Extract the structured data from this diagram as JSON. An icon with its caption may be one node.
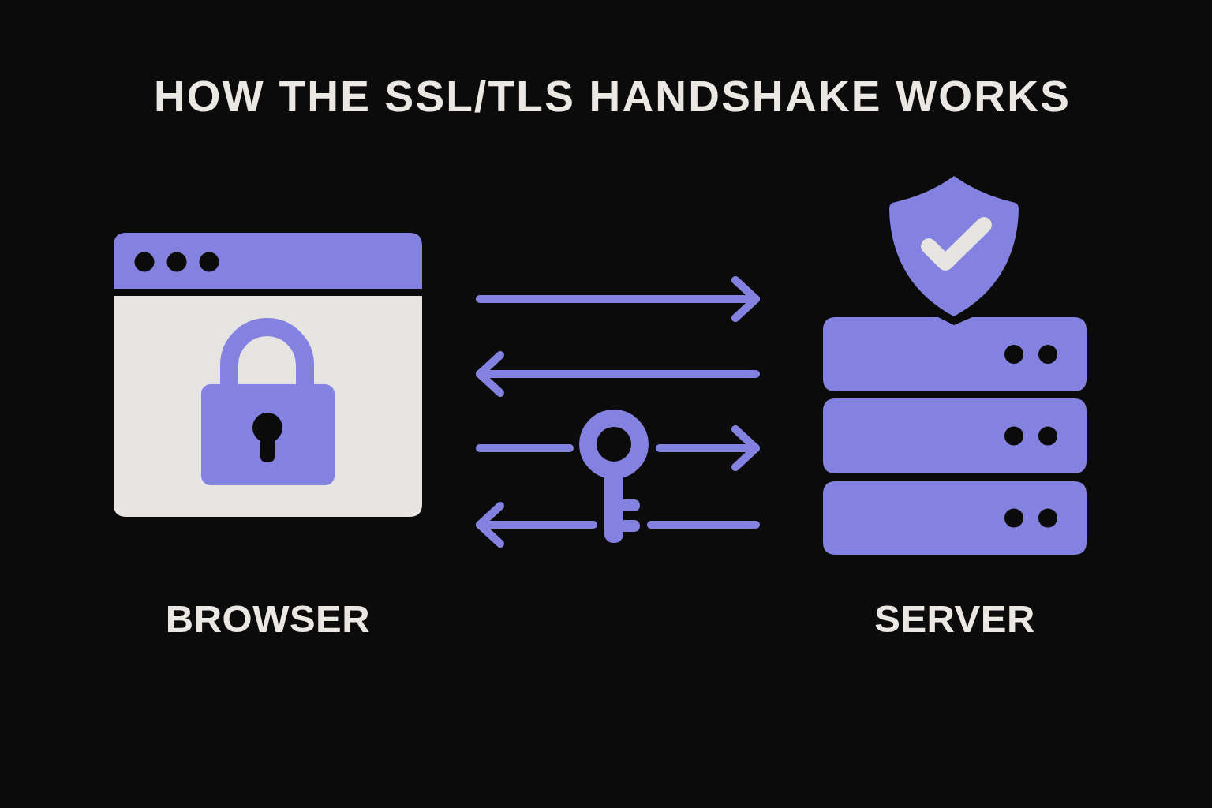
{
  "diagram": {
    "title": "HOW THE SSL/TLS HANDSHAKE WORKS",
    "nodes": [
      {
        "text": [
          "BROWSER"
        ]
      },
      {
        "text": [
          "SERVER"
        ]
      },
      {
        "text": [],
        "shape": "key"
      }
    ],
    "edges": [
      {
        "from": 0,
        "to": 1,
        "arrow": "to"
      },
      {
        "from": 1,
        "to": 0,
        "arrow": "to"
      },
      {
        "from": 0,
        "to": 2,
        "arrow": "none"
      },
      {
        "from": 2,
        "to": 1,
        "arrow": "to"
      },
      {
        "from": 1,
        "to": 2,
        "arrow": "none"
      },
      {
        "from": 2,
        "to": 0,
        "arrow": "to"
      }
    ]
  }
}
